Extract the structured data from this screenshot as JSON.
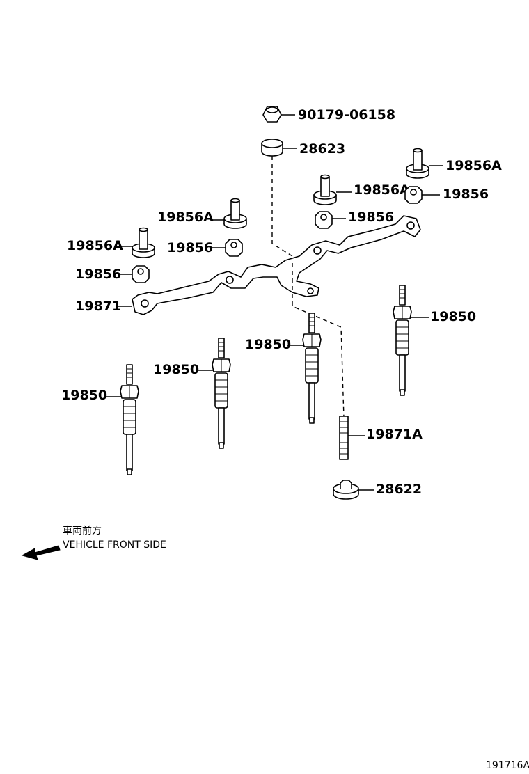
{
  "labels": {
    "nut_top": "90179-06158",
    "bush_top": "28623",
    "stud_a_right": "19856A",
    "stud_a_mid": "19856A",
    "nut_right": "19856",
    "nut_mid": "19856",
    "stud_a_left_upper": "19856A",
    "stud_a_left": "19856A",
    "nut_left_mid": "19856",
    "nut_left": "19856",
    "bar": "19871",
    "plug_1": "19850",
    "plug_2": "19850",
    "plug_3": "19850",
    "plug_4": "19850",
    "stud_bolt": "19871A",
    "bush_bottom": "28622"
  },
  "direction": {
    "jp": "車両前方",
    "en": "VEHICLE FRONT SIDE"
  },
  "figure_ref": "191716A"
}
